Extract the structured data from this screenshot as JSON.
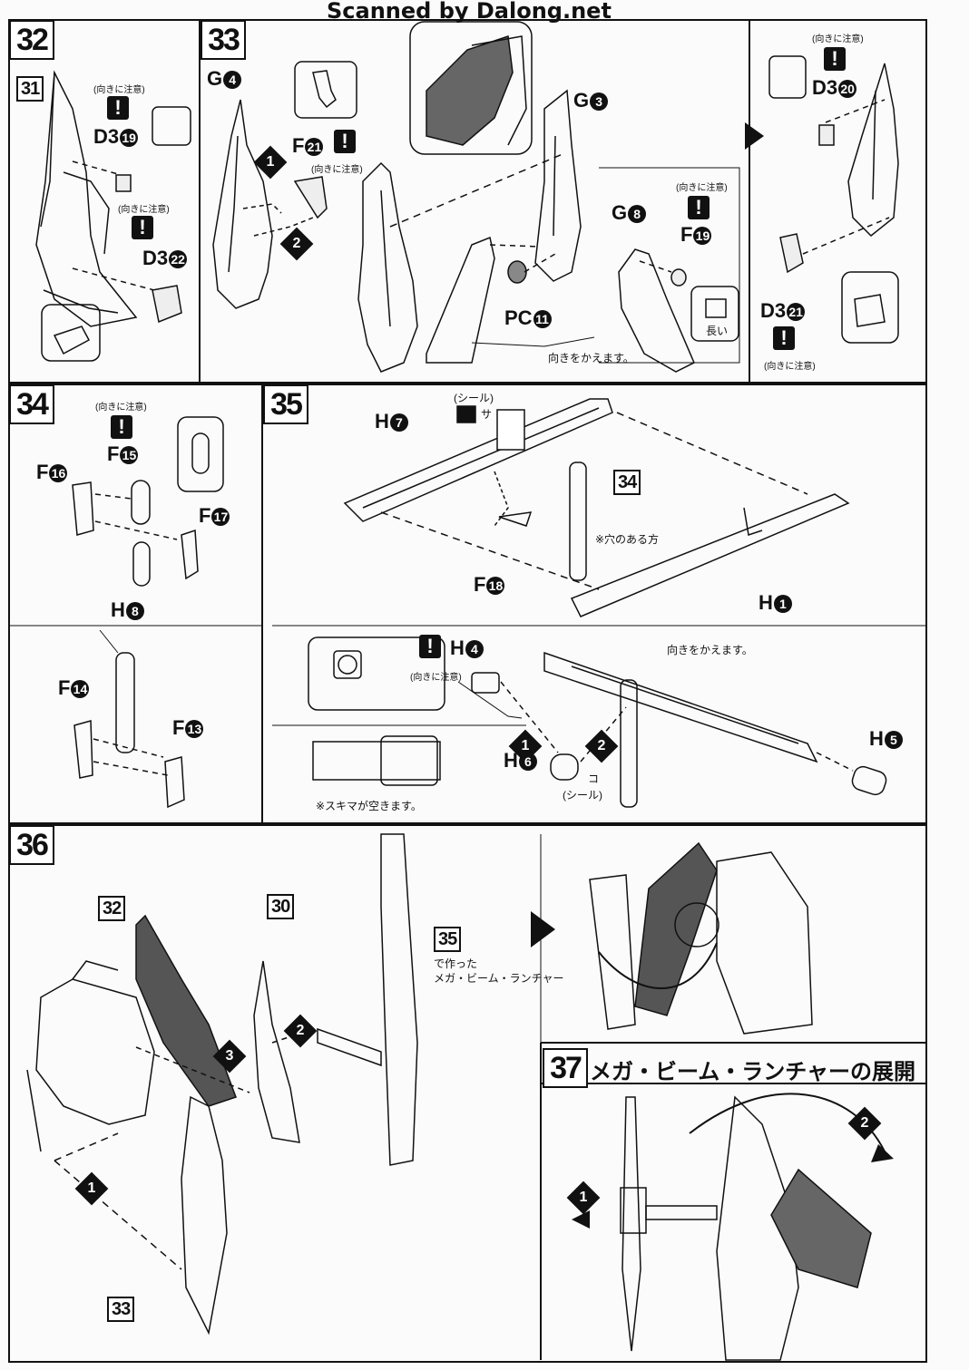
{
  "scanner_credit": "Scanned by Dalong.net",
  "steps": {
    "s32": {
      "no": "32",
      "ref": "31",
      "parts": [
        {
          "label": "D3",
          "num": "19"
        },
        {
          "label": "D3",
          "num": "22"
        }
      ],
      "caution": "(向きに注意)"
    },
    "s33": {
      "no": "33",
      "parts": [
        {
          "label": "G",
          "num": "4"
        },
        {
          "label": "F",
          "num": "21"
        },
        {
          "label": "G",
          "num": "3"
        },
        {
          "label": "PC",
          "num": "11"
        },
        {
          "label": "G",
          "num": "8"
        },
        {
          "label": "F",
          "num": "19"
        }
      ],
      "caution": "(向きに注意)",
      "note_turn": "向きをかえます。",
      "note_long": "長い",
      "order": [
        "1",
        "2"
      ]
    },
    "s33b": {
      "parts": [
        {
          "label": "D3",
          "num": "20"
        },
        {
          "label": "D3",
          "num": "21"
        }
      ],
      "caution": "(向きに注意)"
    },
    "s34": {
      "no": "34",
      "parts": [
        {
          "label": "F",
          "num": "15"
        },
        {
          "label": "F",
          "num": "16"
        },
        {
          "label": "F",
          "num": "17"
        },
        {
          "label": "H",
          "num": "8"
        },
        {
          "label": "F",
          "num": "14"
        },
        {
          "label": "F",
          "num": "13"
        }
      ],
      "caution": "(向きに注意)"
    },
    "s35": {
      "no": "35",
      "ref": "34",
      "parts": [
        {
          "label": "H",
          "num": "7"
        },
        {
          "label": "H",
          "num": "1"
        },
        {
          "label": "F",
          "num": "18"
        },
        {
          "label": "H",
          "num": "4"
        },
        {
          "label": "H",
          "num": "6"
        },
        {
          "label": "H",
          "num": "5"
        }
      ],
      "seal": "(シール)",
      "seal_sa": "サ",
      "seal_ko": "コ",
      "hole_note": "※穴のある方",
      "caution": "(向きに注意)",
      "turn": "向きをかえます。",
      "gap_note": "※スキマが空きます。",
      "order": [
        "1",
        "2"
      ]
    },
    "s36": {
      "no": "36",
      "refs": [
        "32",
        "30",
        "35",
        "33"
      ],
      "made_with": "で作った",
      "launcher": "メガ・ビーム・ランチャー",
      "order": [
        "1",
        "2",
        "3"
      ]
    },
    "s37": {
      "no": "37",
      "title": "メガ・ビーム・ランチャーの展開",
      "order": [
        "1",
        "2"
      ]
    }
  }
}
